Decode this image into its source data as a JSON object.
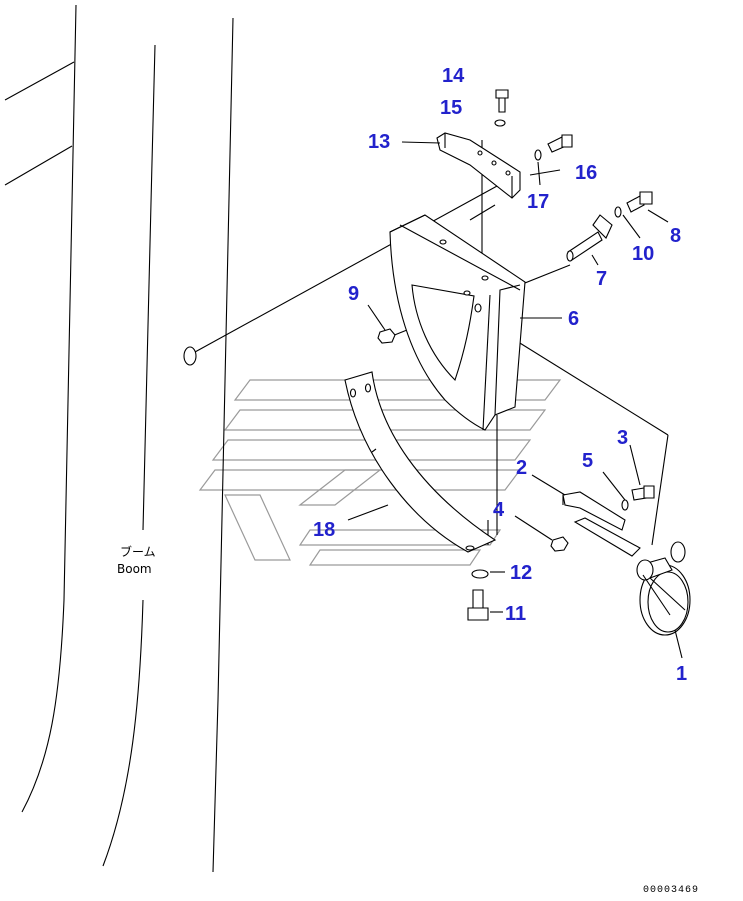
{
  "diagram": {
    "boom_label_jp": "ブーム",
    "boom_label_en": "Boom",
    "drawing_number": "00003469",
    "callout_color": "#2222cc",
    "callouts": [
      "1",
      "2",
      "3",
      "4",
      "5",
      "6",
      "7",
      "8",
      "9",
      "10",
      "11",
      "12",
      "13",
      "14",
      "15",
      "16",
      "17",
      "18"
    ]
  }
}
